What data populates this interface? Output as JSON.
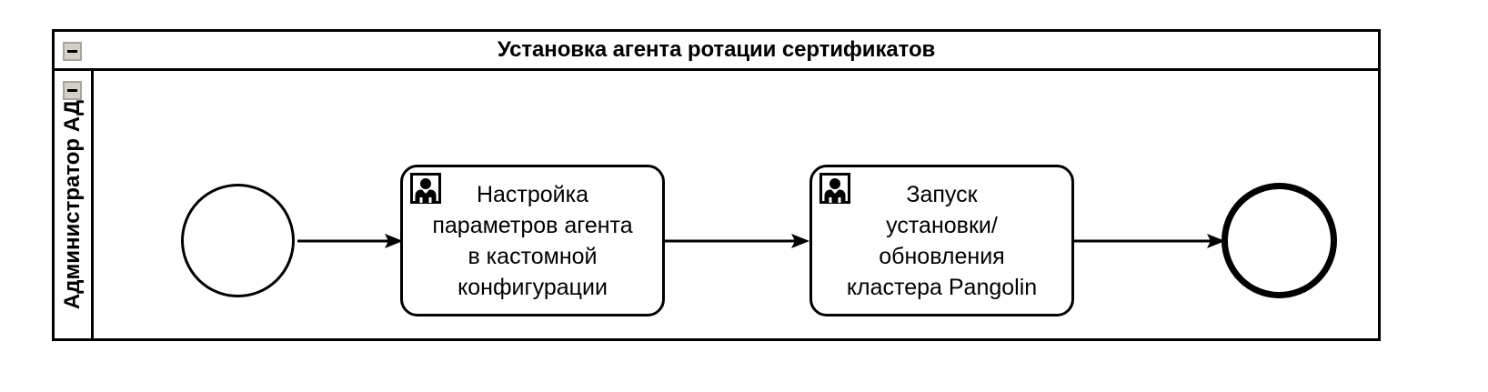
{
  "diagram": {
    "type": "bpmn-process",
    "notation": "BPMN 2.0",
    "pool": {
      "title": "Установка агента ротации сертификатов",
      "collapse_icon": "minimize-icon",
      "lanes": [
        {
          "label": "Администратор АД",
          "collapse_icon": "minimize-icon"
        }
      ]
    },
    "nodes": [
      {
        "id": "start",
        "type": "start-event",
        "label": "",
        "shape": "circle",
        "border": "thin"
      },
      {
        "id": "task-1",
        "type": "user-task",
        "icon": "user-icon",
        "label": "Настройка\nпараметров агента\nв кастомной\nконфигурации"
      },
      {
        "id": "task-2",
        "type": "user-task",
        "icon": "user-icon",
        "label": "Запуск\nустановки/\nобновления\nкластера Pangolin"
      },
      {
        "id": "end",
        "type": "end-event",
        "label": "",
        "shape": "circle",
        "border": "thick"
      }
    ],
    "flows": [
      {
        "id": "flow-1",
        "from": "start",
        "to": "task-1",
        "label": ""
      },
      {
        "id": "flow-2",
        "from": "task-1",
        "to": "task-2",
        "label": ""
      },
      {
        "id": "flow-3",
        "from": "task-2",
        "to": "end",
        "label": ""
      }
    ],
    "colors": {
      "stroke": "#000000",
      "fill": "#ffffff",
      "icon_face": "#d4d0c8",
      "icon_border": "#a8a49c"
    }
  }
}
